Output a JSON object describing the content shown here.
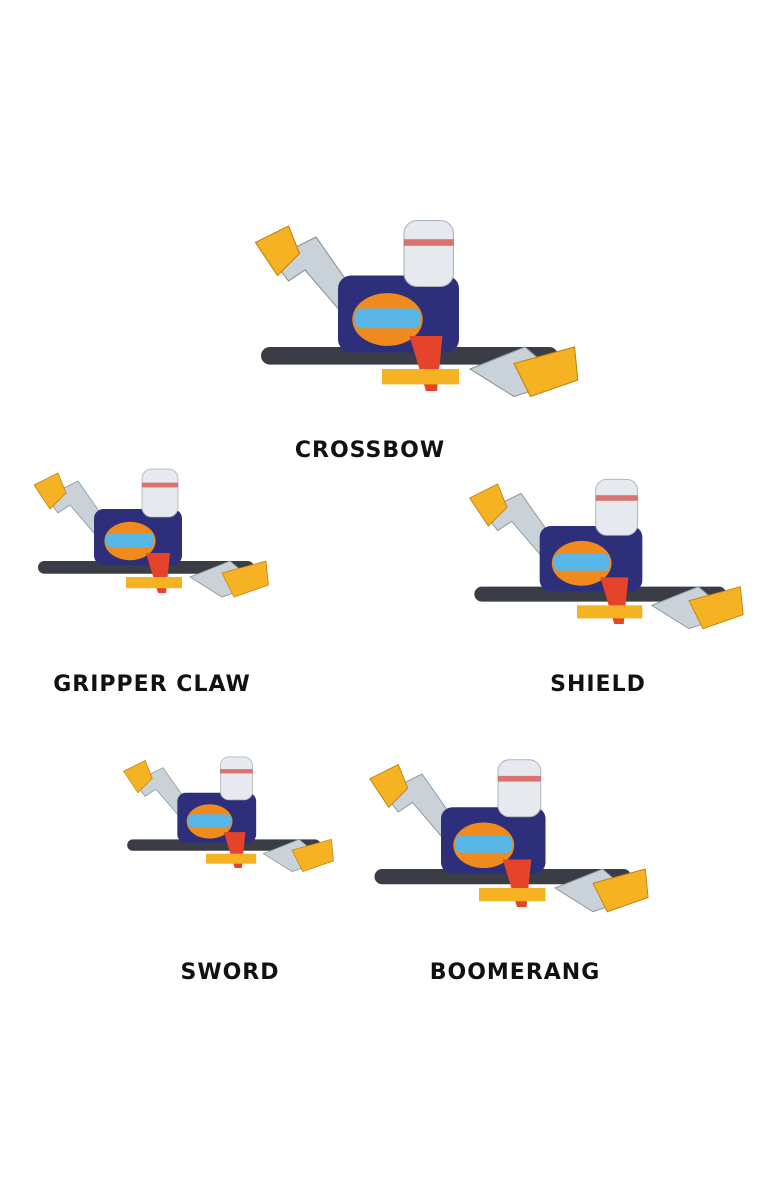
{
  "configurations": [
    {
      "label": "CROSSBOW"
    },
    {
      "label": "GRIPPER CLAW"
    },
    {
      "label": "SHIELD"
    },
    {
      "label": "SWORD"
    },
    {
      "label": "BOOMERANG"
    }
  ],
  "colors": {
    "body": "#2e2f7a",
    "accent_orange": "#f08a1c",
    "claw_yellow": "#f5b323",
    "stand_red": "#e5432a",
    "arm_gray": "#c9d2d8",
    "jar": "#e6eaee",
    "barrel": "#3a3d45"
  }
}
